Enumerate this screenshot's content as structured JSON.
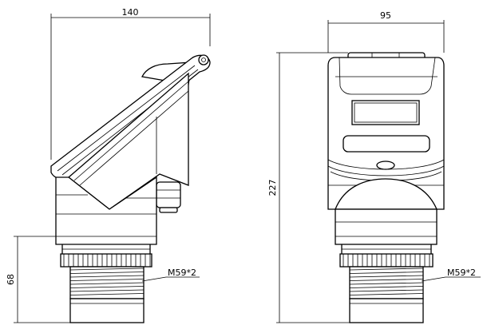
{
  "dimensions": {
    "left_width": "140",
    "right_width": "95",
    "total_height": "227",
    "bottom_height": "68"
  },
  "threads": {
    "left": "M59*2",
    "right": "M59*2"
  }
}
